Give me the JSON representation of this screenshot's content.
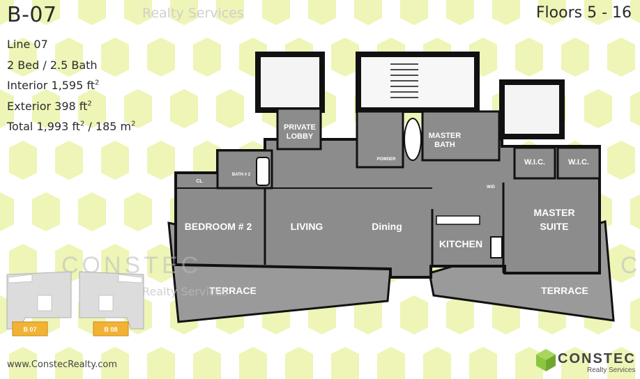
{
  "header": {
    "unit_code": "B-07",
    "floors": "Floors 5 - 16",
    "watermark_top": "Realty Services"
  },
  "specs": {
    "line": "Line 07",
    "beds_baths": "2 Bed / 2.5 Bath",
    "interior_label": "Interior 1,595 ft",
    "exterior_label": "Exterior 398 ft",
    "total_label": "Total 1,993 ft",
    "total_metric": " / 185 m",
    "superscript": "2"
  },
  "rooms": {
    "private_lobby_1": "PRIVATE",
    "private_lobby_2": "LOBBY",
    "master_bath_1": "MASTER",
    "master_bath_2": "BATH",
    "wic_1": "W.I.C.",
    "wic_2": "W.I.C.",
    "bath2": "BATH # 2",
    "powder": "POWDER",
    "cl": "CL",
    "bedroom2": "BEDROOM # 2",
    "living": "LIVING",
    "dining": "Dining",
    "kitchen": "KITCHEN",
    "master_suite_1": "MASTER",
    "master_suite_2": "SUITE",
    "terrace_left": "TERRACE",
    "terrace_right": "TERRACE",
    "laundry": "W/D"
  },
  "watermark": {
    "constec_left": "CONSTEC",
    "constec_right": "C",
    "realty_bottom": "Realty Services"
  },
  "keyplan": {
    "unit_a": "B 07",
    "unit_b": "B 08"
  },
  "footer": {
    "website": "www.ConstecRealty.com"
  },
  "logo": {
    "name": "CONSTEC",
    "sub": "Realty Services"
  },
  "colors": {
    "pattern": "#eef5b6",
    "room_fill": "#8c8c8c",
    "wall": "#111111",
    "highlight": "#f2b233",
    "logo_green": "#8cc63f"
  }
}
